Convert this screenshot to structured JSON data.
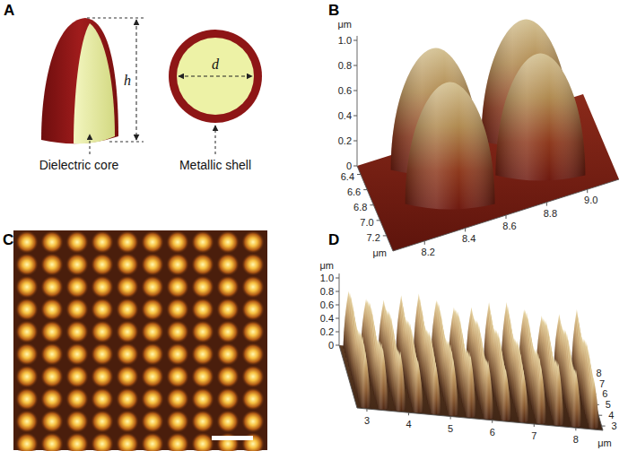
{
  "diagram": {
    "labels": [
      "A",
      "h",
      "d",
      "Dielectric core",
      "Metallic shell",
      "B",
      "μm",
      "1.0",
      "0.8",
      "0.6",
      "0.4",
      "0.2",
      "0",
      "6.4",
      "6.6",
      "6.8",
      "7.0",
      "7.2",
      "μm",
      "8.2",
      "8.4",
      "8.6",
      "8.8",
      "9.0",
      "C",
      "D",
      "μm",
      "1.0",
      "0.8",
      "0.6",
      "0.4",
      "0.2",
      "0",
      "3",
      "4",
      "5",
      "6",
      "7",
      "8",
      "μm",
      "3",
      "4",
      "5",
      "6",
      "7",
      "8"
    ]
  }
}
